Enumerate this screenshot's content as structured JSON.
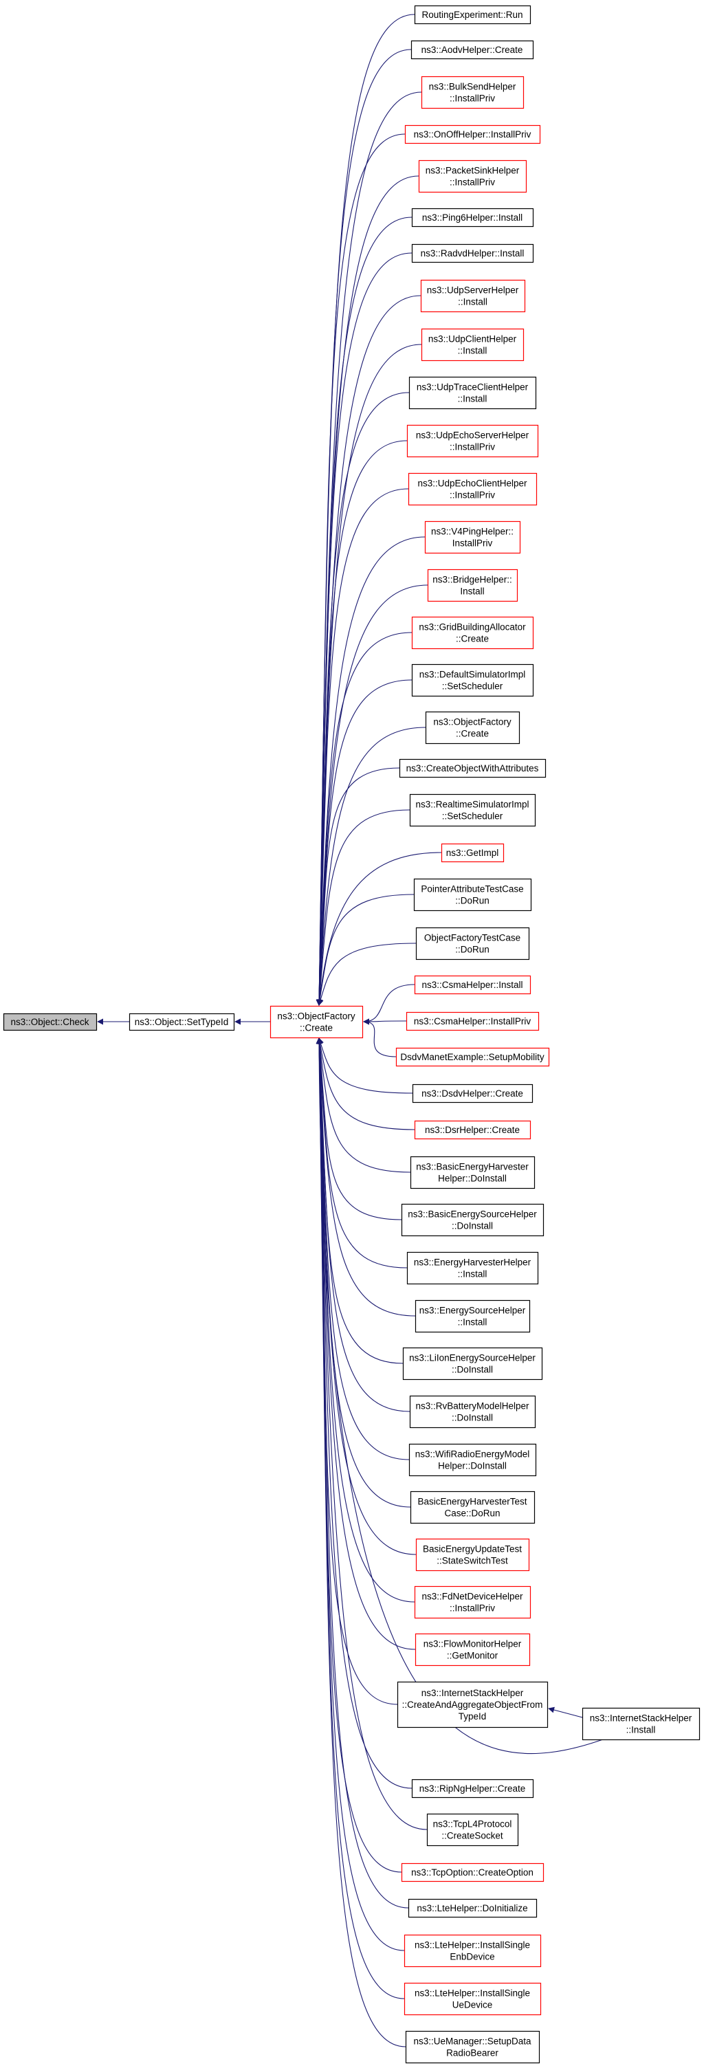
{
  "diagram": {
    "colors": {
      "edge": "#191970",
      "black_border": "#000000",
      "red_border": "#ff0000",
      "root_fill": "#bfbfbf",
      "fill": "#ffffff"
    },
    "root": {
      "id": "check",
      "lines": [
        "ns3::Object::Check"
      ]
    },
    "settypeid": {
      "id": "settypeid",
      "lines": [
        "ns3::Object::SetTypeId"
      ]
    },
    "create": {
      "id": "create",
      "lines": [
        "ns3::ObjectFactory",
        "::Create"
      ]
    },
    "install_node": {
      "id": "ishinstall",
      "lines": [
        "ns3::InternetStackHelper",
        "::Install"
      ]
    },
    "callers": [
      {
        "id": "c0",
        "lines": [
          "RoutingExperiment::Run"
        ],
        "red": false
      },
      {
        "id": "c1",
        "lines": [
          "ns3::AodvHelper::Create"
        ],
        "red": false
      },
      {
        "id": "c2",
        "lines": [
          "ns3::BulkSendHelper",
          "::InstallPriv"
        ],
        "red": true
      },
      {
        "id": "c3",
        "lines": [
          "ns3::OnOffHelper::InstallPriv"
        ],
        "red": true
      },
      {
        "id": "c4",
        "lines": [
          "ns3::PacketSinkHelper",
          "::InstallPriv"
        ],
        "red": true
      },
      {
        "id": "c5",
        "lines": [
          "ns3::Ping6Helper::Install"
        ],
        "red": false
      },
      {
        "id": "c6",
        "lines": [
          "ns3::RadvdHelper::Install"
        ],
        "red": false
      },
      {
        "id": "c7",
        "lines": [
          "ns3::UdpServerHelper",
          "::Install"
        ],
        "red": true
      },
      {
        "id": "c8",
        "lines": [
          "ns3::UdpClientHelper",
          "::Install"
        ],
        "red": true
      },
      {
        "id": "c9",
        "lines": [
          "ns3::UdpTraceClientHelper",
          "::Install"
        ],
        "red": false
      },
      {
        "id": "c10",
        "lines": [
          "ns3::UdpEchoServerHelper",
          "::InstallPriv"
        ],
        "red": true
      },
      {
        "id": "c11",
        "lines": [
          "ns3::UdpEchoClientHelper",
          "::InstallPriv"
        ],
        "red": true
      },
      {
        "id": "c12",
        "lines": [
          "ns3::V4PingHelper::",
          "InstallPriv"
        ],
        "red": true
      },
      {
        "id": "c13",
        "lines": [
          "ns3::BridgeHelper::",
          "Install"
        ],
        "red": true
      },
      {
        "id": "c14",
        "lines": [
          "ns3::GridBuildingAllocator",
          "::Create"
        ],
        "red": true
      },
      {
        "id": "c15",
        "lines": [
          "ns3::DefaultSimulatorImpl",
          "::SetScheduler"
        ],
        "red": false
      },
      {
        "id": "c16",
        "lines": [
          "ns3::ObjectFactory",
          "::Create"
        ],
        "red": false
      },
      {
        "id": "c17",
        "lines": [
          "ns3::CreateObjectWithAttributes"
        ],
        "red": false
      },
      {
        "id": "c18",
        "lines": [
          "ns3::RealtimeSimulatorImpl",
          "::SetScheduler"
        ],
        "red": false
      },
      {
        "id": "c19",
        "lines": [
          "ns3::GetImpl"
        ],
        "red": true
      },
      {
        "id": "c20",
        "lines": [
          "PointerAttributeTestCase",
          "::DoRun"
        ],
        "red": false
      },
      {
        "id": "c21",
        "lines": [
          "ObjectFactoryTestCase",
          "::DoRun"
        ],
        "red": false
      },
      {
        "id": "c22",
        "lines": [
          "ns3::CsmaHelper::Install"
        ],
        "red": true
      },
      {
        "id": "c23",
        "lines": [
          "ns3::CsmaHelper::InstallPriv"
        ],
        "red": true
      },
      {
        "id": "c24",
        "lines": [
          "DsdvManetExample::SetupMobility"
        ],
        "red": true
      },
      {
        "id": "c25",
        "lines": [
          "ns3::DsdvHelper::Create"
        ],
        "red": false
      },
      {
        "id": "c26",
        "lines": [
          "ns3::DsrHelper::Create"
        ],
        "red": true
      },
      {
        "id": "c27",
        "lines": [
          "ns3::BasicEnergyHarvester",
          "Helper::DoInstall"
        ],
        "red": false
      },
      {
        "id": "c28",
        "lines": [
          "ns3::BasicEnergySourceHelper",
          "::DoInstall"
        ],
        "red": false
      },
      {
        "id": "c29",
        "lines": [
          "ns3::EnergyHarvesterHelper",
          "::Install"
        ],
        "red": false
      },
      {
        "id": "c30",
        "lines": [
          "ns3::EnergySourceHelper",
          "::Install"
        ],
        "red": false
      },
      {
        "id": "c31",
        "lines": [
          "ns3::LiIonEnergySourceHelper",
          "::DoInstall"
        ],
        "red": false
      },
      {
        "id": "c32",
        "lines": [
          "ns3::RvBatteryModelHelper",
          "::DoInstall"
        ],
        "red": false
      },
      {
        "id": "c33",
        "lines": [
          "ns3::WifiRadioEnergyModel",
          "Helper::DoInstall"
        ],
        "red": false
      },
      {
        "id": "c34",
        "lines": [
          "BasicEnergyHarvesterTest",
          "Case::DoRun"
        ],
        "red": false
      },
      {
        "id": "c35",
        "lines": [
          "BasicEnergyUpdateTest",
          "::StateSwitchTest"
        ],
        "red": true
      },
      {
        "id": "c36",
        "lines": [
          "ns3::FdNetDeviceHelper",
          "::InstallPriv"
        ],
        "red": true
      },
      {
        "id": "c37",
        "lines": [
          "ns3::FlowMonitorHelper",
          "::GetMonitor"
        ],
        "red": true
      },
      {
        "id": "c38",
        "lines": [
          "ns3::InternetStackHelper",
          "::CreateAndAggregateObjectFrom",
          "TypeId"
        ],
        "red": false
      },
      {
        "id": "c39",
        "lines": [
          "ns3::RipNgHelper::Create"
        ],
        "red": false
      },
      {
        "id": "c40",
        "lines": [
          "ns3::TcpL4Protocol",
          "::CreateSocket"
        ],
        "red": false
      },
      {
        "id": "c41",
        "lines": [
          "ns3::TcpOption::CreateOption"
        ],
        "red": true
      },
      {
        "id": "c42",
        "lines": [
          "ns3::LteHelper::DoInitialize"
        ],
        "red": false
      },
      {
        "id": "c43",
        "lines": [
          "ns3::LteHelper::InstallSingle",
          "EnbDevice"
        ],
        "red": true
      },
      {
        "id": "c44",
        "lines": [
          "ns3::LteHelper::InstallSingle",
          "UeDevice"
        ],
        "red": true
      },
      {
        "id": "c45",
        "lines": [
          "ns3::UeManager::SetupData",
          "RadioBearer"
        ],
        "red": false
      }
    ]
  }
}
